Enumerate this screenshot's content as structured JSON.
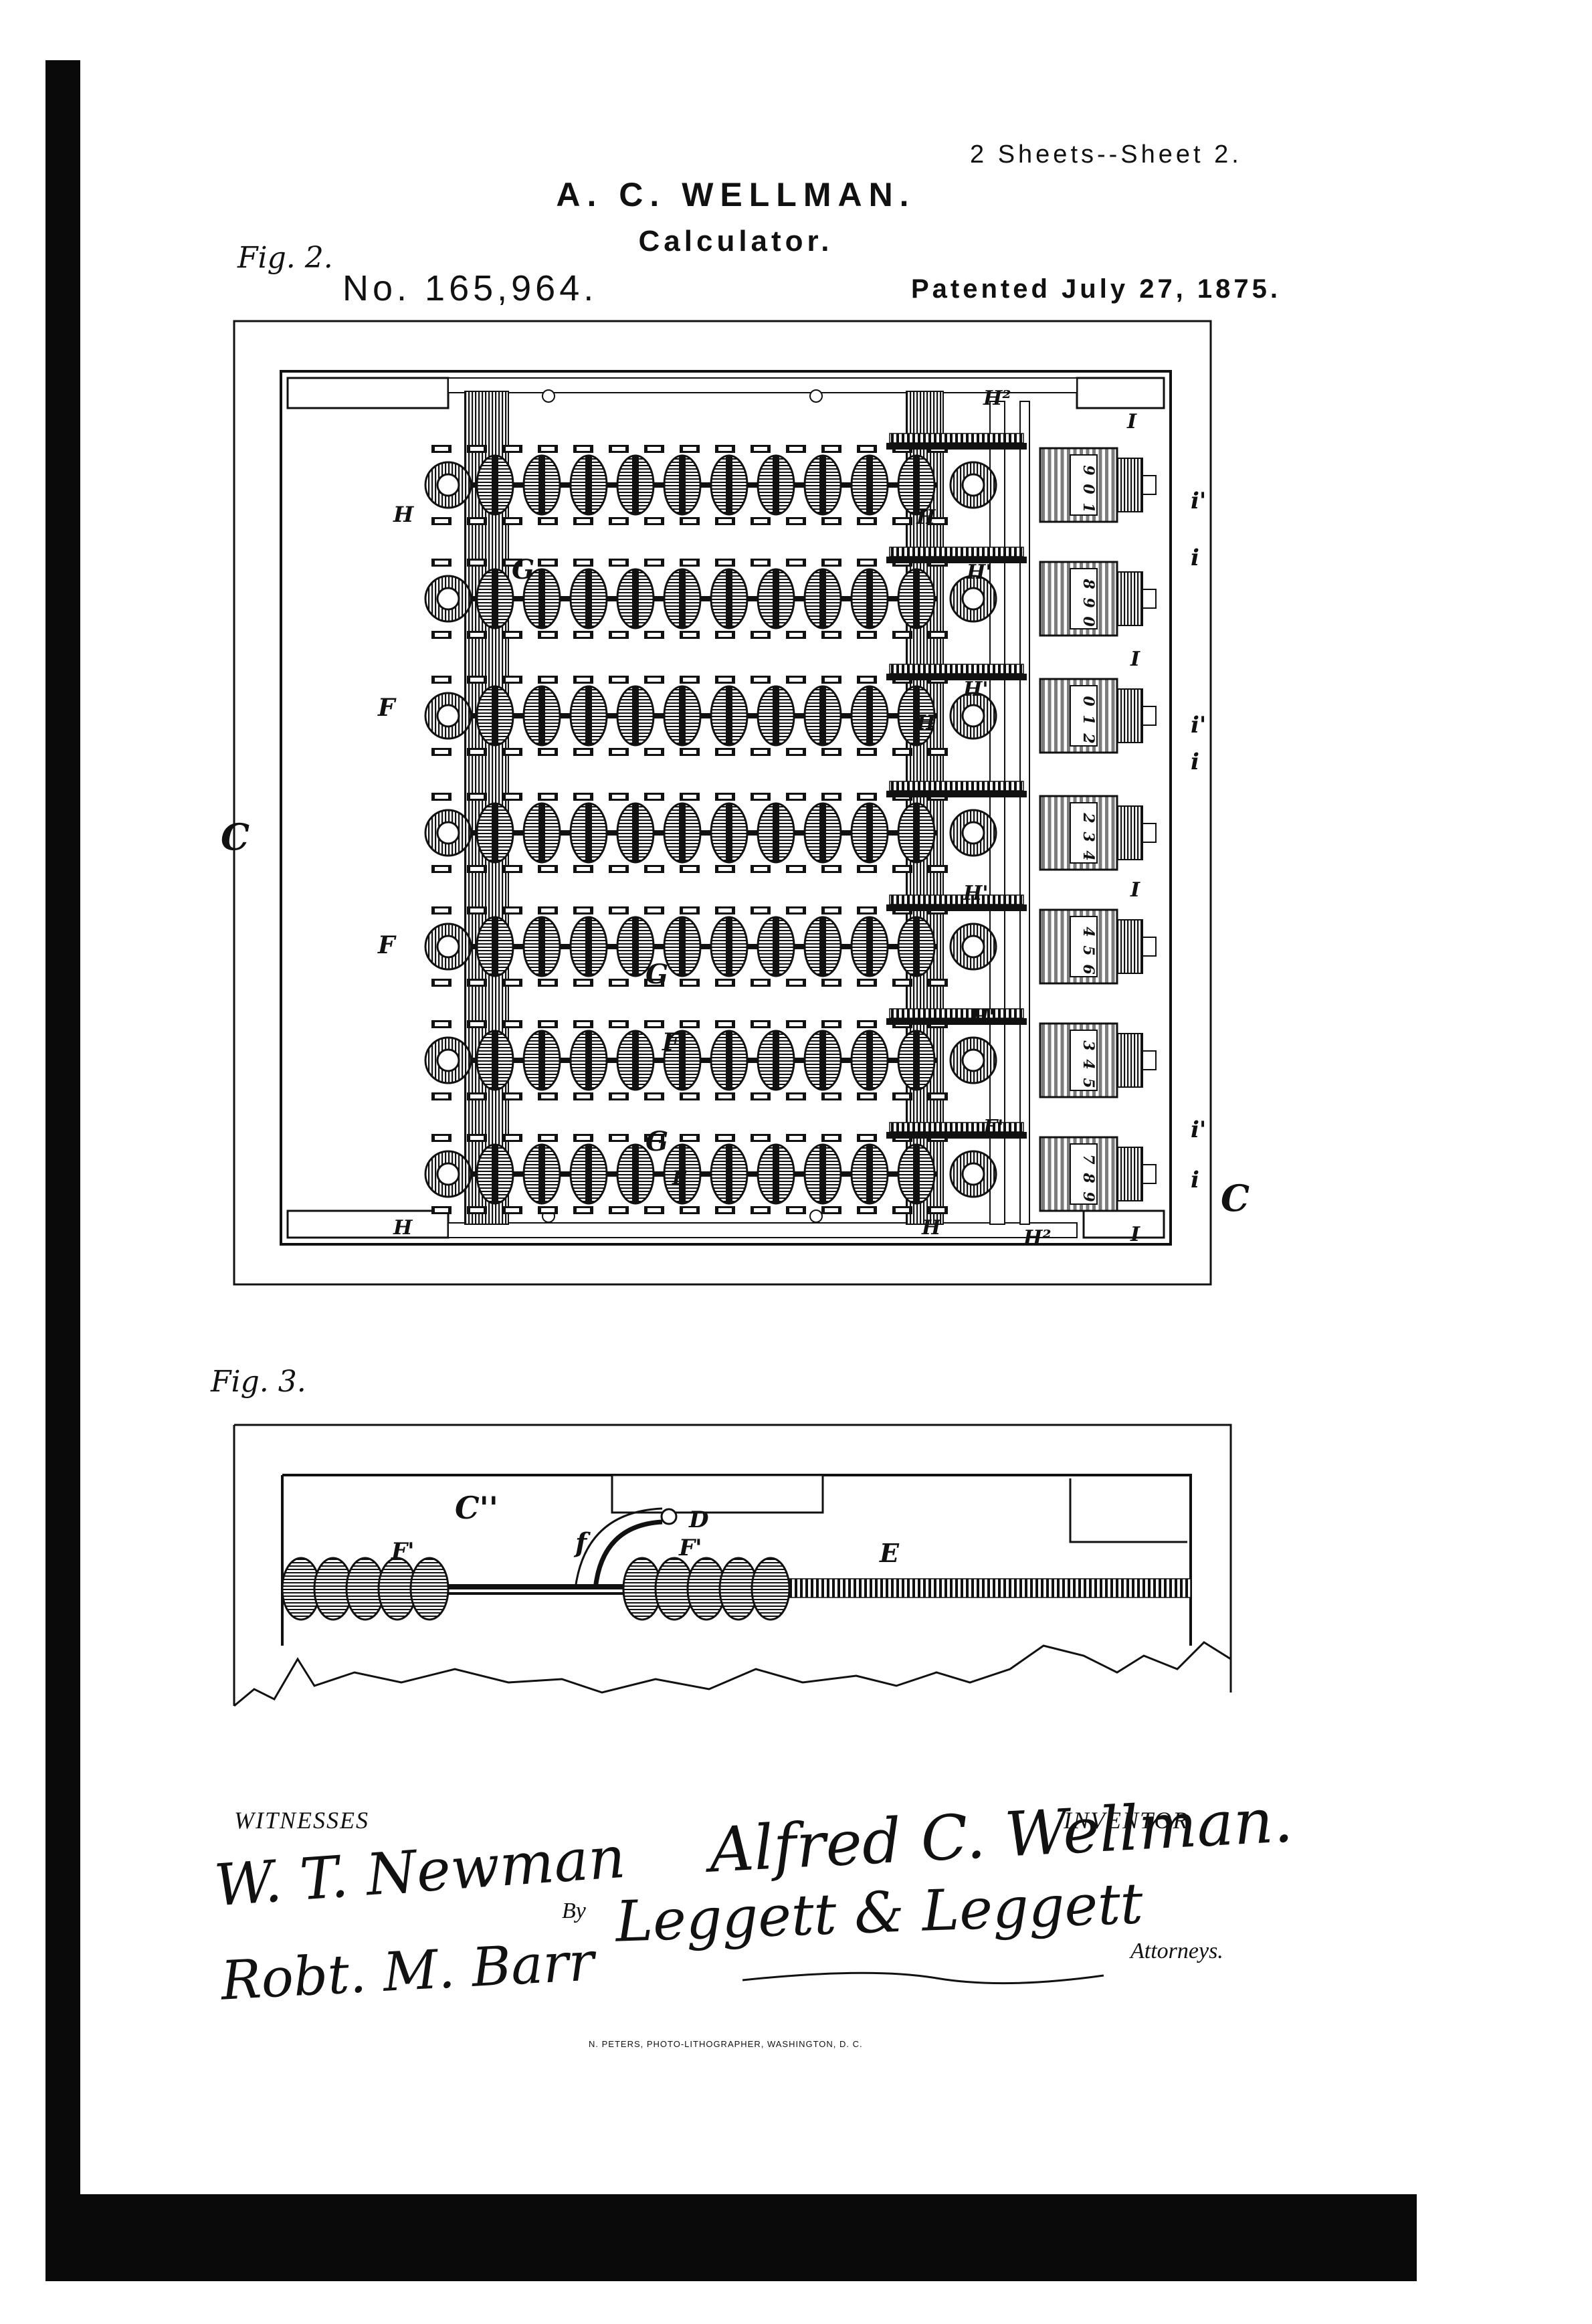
{
  "header": {
    "sheet_info": "2 Sheets--Sheet 2.",
    "inventor_name": "A. C. WELLMAN.",
    "invention": "Calculator.",
    "patent_number": "No. 165,964.",
    "patent_date": "Patented July 27, 1875."
  },
  "figures": {
    "fig2_label": "Fig. 2.",
    "fig3_label": "Fig. 3.",
    "fig2_letters": [
      "C",
      "C",
      "G",
      "G",
      "G",
      "F",
      "F",
      "F",
      "F",
      "H",
      "H",
      "H",
      "H",
      "H",
      "H'",
      "H'",
      "H'",
      "H'",
      "H²",
      "H²",
      "I",
      "I",
      "I",
      "I",
      "i",
      "i",
      "i",
      "i'",
      "i'",
      "i'",
      "F'"
    ],
    "fig2_digits": [
      "9",
      "0",
      "1",
      "8",
      "9",
      "0",
      "0",
      "1",
      "2",
      "2",
      "3",
      "4",
      "4",
      "5",
      "6",
      "3",
      "4",
      "5",
      "7",
      "8",
      "9"
    ],
    "fig3_letters": [
      "C''",
      "F'",
      "F'",
      "f",
      "D",
      "E"
    ]
  },
  "signatures": {
    "witnesses_label": "WITNESSES",
    "inventor_label": "INVENTOR",
    "witness_1": "W. T. Newman",
    "witness_2": "Robt. M. Barr",
    "inventor_signature": "Alfred C. Wellman.",
    "by_label": "By",
    "attorney_signature": "Leggett & Leggett",
    "attorneys_label": "Attorneys."
  },
  "footer": {
    "printer": "N. PETERS, PHOTO-LITHOGRAPHER, WASHINGTON, D. C."
  }
}
